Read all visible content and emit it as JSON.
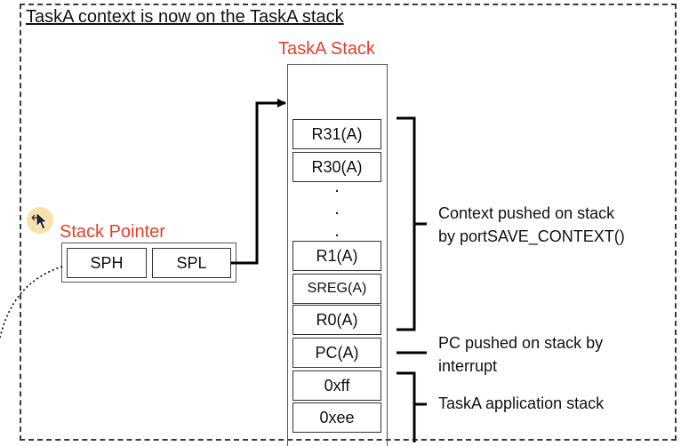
{
  "title": "TaskA context is now on the TaskA stack",
  "stack": {
    "label": "TaskA Stack",
    "cells": [
      "R31(A)",
      "R30(A)",
      "R1(A)",
      "SREG(A)",
      "R0(A)",
      "PC(A)",
      "0xff",
      "0xee"
    ],
    "dots": ".",
    "label_color": "#e53f2a"
  },
  "stack_pointer": {
    "label": "Stack Pointer",
    "high": "SPH",
    "low": "SPL"
  },
  "notes": {
    "context_line1": "Context pushed on stack",
    "context_line2": "by portSAVE_CONTEXT()",
    "pc_line1": "PC pushed on stack by",
    "pc_line2": "interrupt",
    "app": "TaskA application stack"
  },
  "icons": {
    "cursor": "move-cursor-icon"
  }
}
